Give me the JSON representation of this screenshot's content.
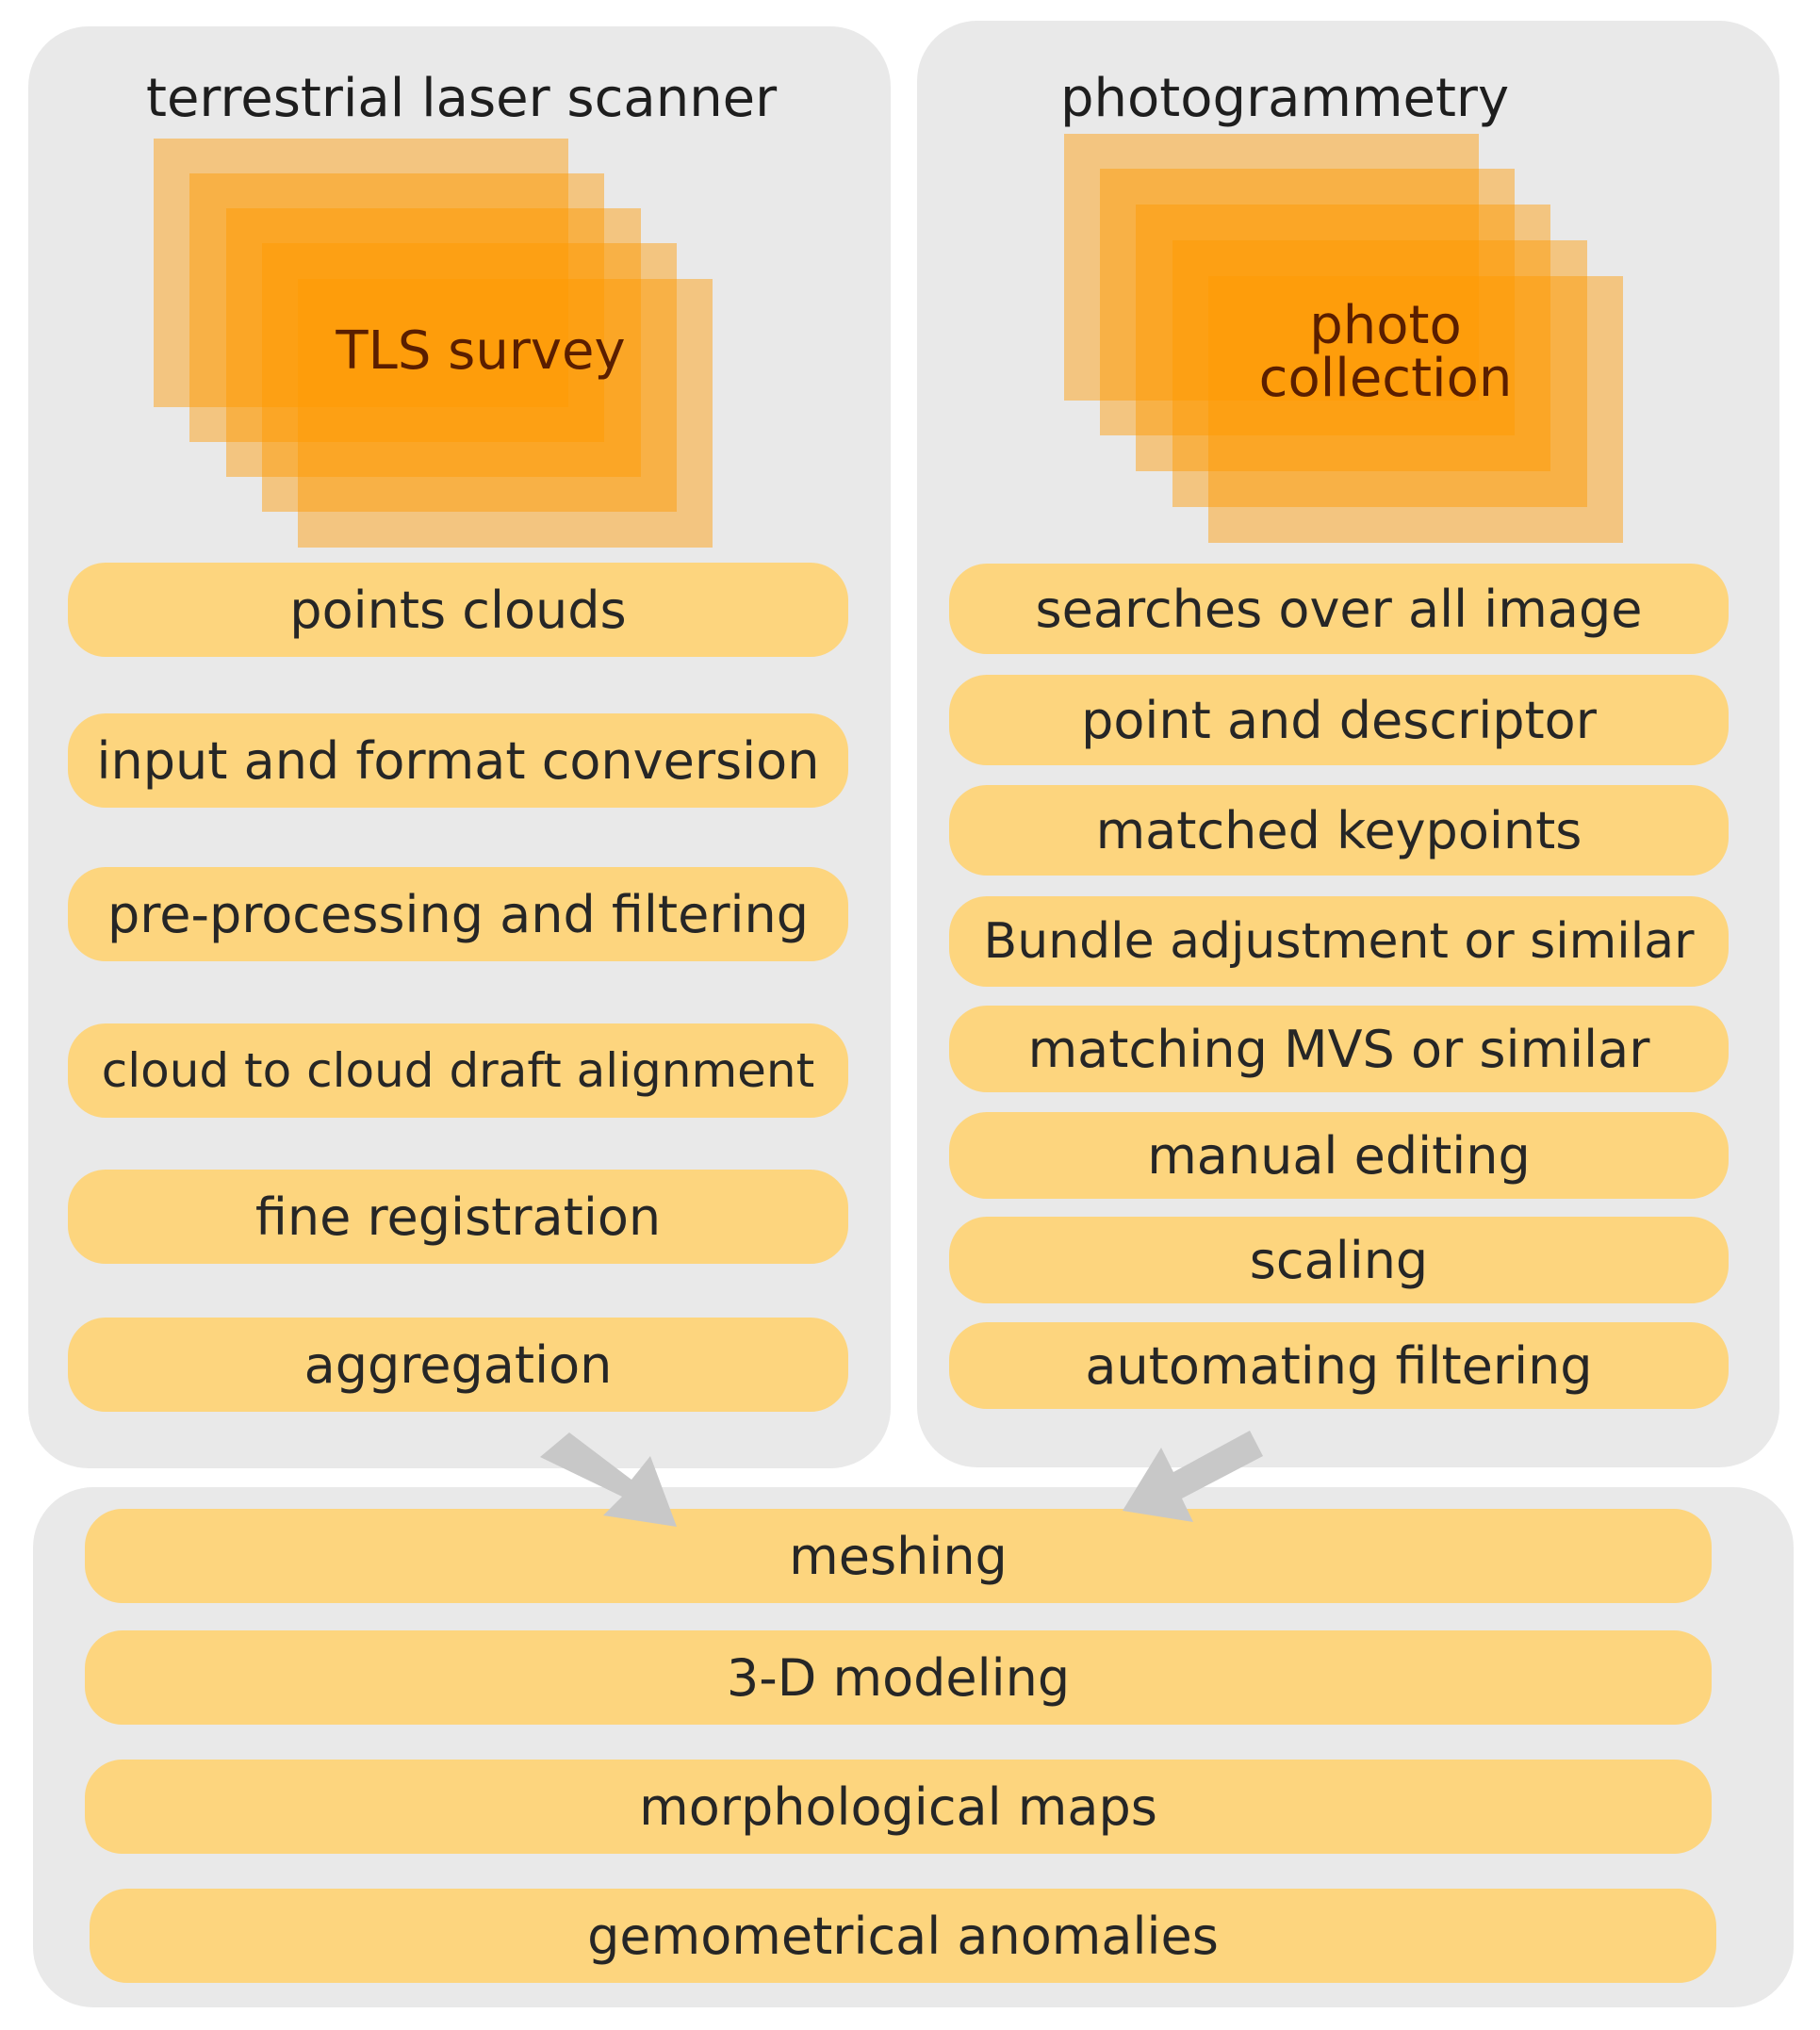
{
  "colors": {
    "panel": "#e9e9e9",
    "step": "#fdd57e",
    "sheet": "#fe9800",
    "arrow": "#c8c8c8"
  },
  "tls": {
    "title": "terrestrial laser scanner",
    "stack_label": "TLS survey",
    "steps": [
      "points clouds",
      "input and format conversion",
      "pre-processing and filtering",
      "cloud to cloud draft alignment",
      "fine registration",
      "aggregation"
    ]
  },
  "photogrammetry": {
    "title": "photogrammetry",
    "stack_label": "photo\ncollection",
    "steps": [
      "searches over all image",
      "point and descriptor",
      "matched keypoints",
      "Bundle adjustment or similar",
      "matching MVS or similar",
      "manual editing",
      "scaling",
      "automating filtering"
    ]
  },
  "combined": {
    "steps": [
      "meshing",
      "3-D modeling",
      "morphological maps",
      "gemometrical anomalies"
    ]
  }
}
